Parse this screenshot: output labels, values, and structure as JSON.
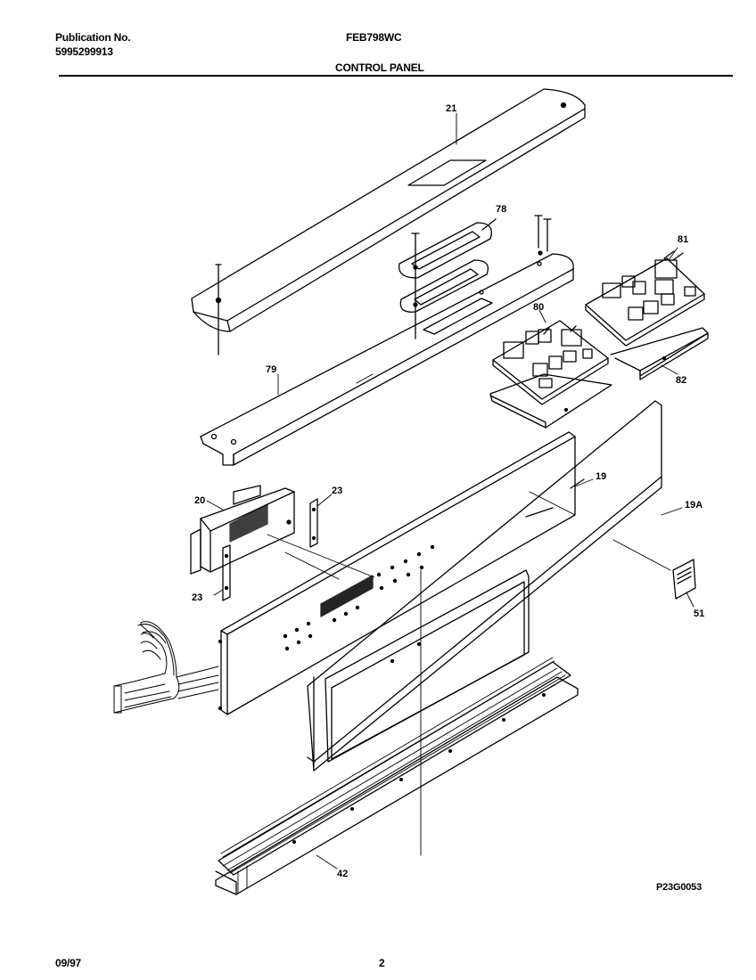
{
  "header": {
    "publication_label": "Publication No.",
    "publication_number": "5995299913",
    "model": "FEB798WC",
    "section_title": "CONTROL PANEL"
  },
  "diagram": {
    "callouts": [
      "21",
      "78",
      "81",
      "80",
      "79",
      "82",
      "19",
      "19A",
      "20",
      "23",
      "23",
      "51",
      "42"
    ],
    "drawing_code": "P23G0053"
  },
  "footer": {
    "date": "09/97",
    "page": "2"
  }
}
